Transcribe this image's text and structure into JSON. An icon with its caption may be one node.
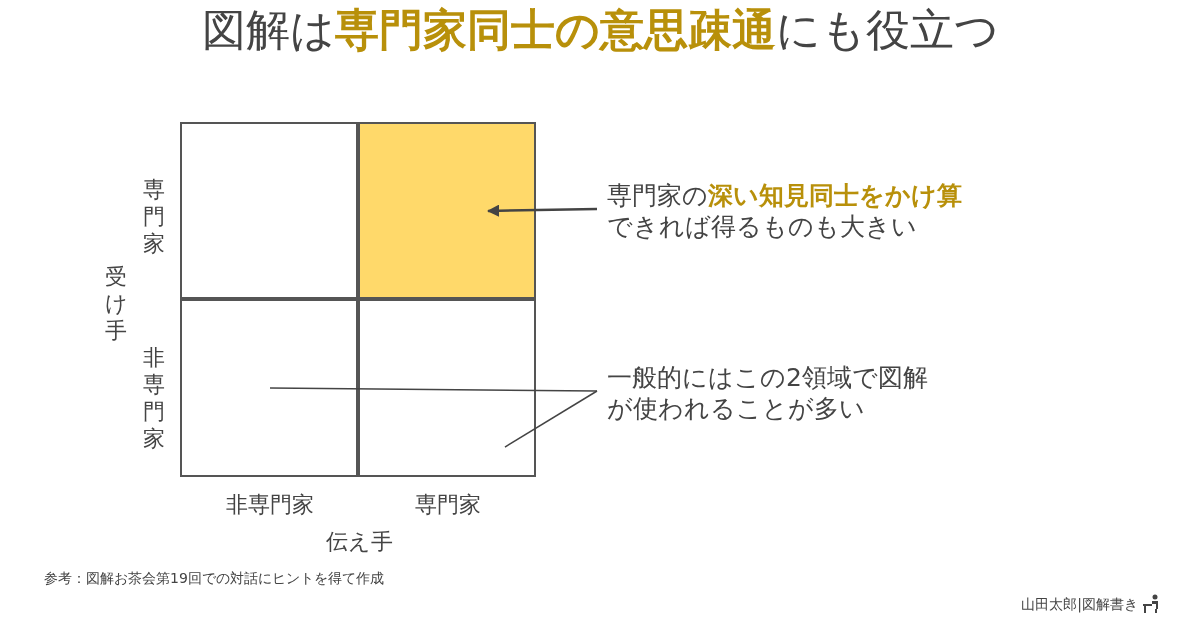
{
  "diagram": {
    "title": "図解は**専門家同士の意思疎通**にも役立つ",
    "nodes": [
      {
        "text": [],
        "shape": "box"
      },
      {
        "text": [],
        "shape": "box"
      },
      {
        "text": [],
        "shape": "box"
      },
      {
        "text": [],
        "shape": "box"
      },
      {
        "text": [
          "専門家の**深い知見同士をかけ算**できれば得るものも大きい"
        ]
      },
      {
        "text": [
          "一般的にはこの2領域で図解が使われることが多い"
        ]
      }
    ],
    "edges": [
      {
        "from": 4,
        "to": 1,
        "arrow": "to"
      },
      {
        "from": 5,
        "to": 2,
        "arrow": "none"
      },
      {
        "from": 5,
        "to": 3,
        "arrow": "none"
      }
    ],
    "labels": [
      "専門家",
      "受け手",
      "非専門家",
      "非専門家",
      "専門家",
      "伝え手",
      "参考：図解お茶会第19回での対話にヒントを得て作成",
      "山田太郎|図解書き"
    ]
  }
}
